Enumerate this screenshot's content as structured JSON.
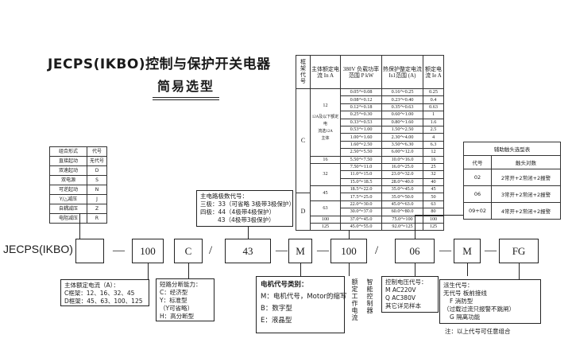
{
  "title": "JECPS(IKBO)控制与保护开关电器",
  "subtitle": "简易选型",
  "combination_table": {
    "headers": [
      "组合形式",
      "代号"
    ],
    "rows": [
      [
        "直接起动",
        "无代号"
      ],
      [
        "双速起动",
        "D"
      ],
      [
        "双电源",
        "S"
      ],
      [
        "可逆起动",
        "N"
      ],
      [
        "Y/△减压",
        "J"
      ],
      [
        "自耦减压",
        "Z"
      ],
      [
        "电阻减压",
        "R"
      ]
    ]
  },
  "spec_table": {
    "headers": [
      "框架代号",
      "主体额定电流 In A",
      "380V 负载功率范围 P kW",
      "热保护整定电流 Is1范围 (A)",
      "额定电流 Ie A"
    ],
    "frames": [
      "C",
      "D"
    ],
    "frame_c_note": [
      "12A及以下额定电",
      "流选12A",
      "主体"
    ],
    "currents": [
      "12",
      "16",
      "32",
      "45",
      "63",
      "100",
      "125"
    ],
    "rows": [
      [
        "0.05～0.08",
        "0.16～0.25",
        "0.25"
      ],
      [
        "0.08～0.12",
        "0.23～0.40",
        "0.4"
      ],
      [
        "0.12～0.18",
        "0.35～0.63",
        "0.63"
      ],
      [
        "0.25～0.30",
        "0.60～1.00",
        "1"
      ],
      [
        "0.33～0.53",
        "0.80～1.60",
        "1.6"
      ],
      [
        "0.53～1.00",
        "1.50～2.50",
        "2.5"
      ],
      [
        "1.00～1.60",
        "2.30～4.00",
        "4"
      ],
      [
        "1.60～2.50",
        "3.50～6.30",
        "6.3"
      ],
      [
        "2.50～5.50",
        "6.00～12.0",
        "12"
      ],
      [
        "5.50～7.50",
        "10.0～16.0",
        "16"
      ],
      [
        "7.50～11.0",
        "16.0～25.0",
        "25"
      ],
      [
        "11.0～15.0",
        "23.0～32.0",
        "32"
      ],
      [
        "15.0～18.5",
        "28.0～40.0",
        "40"
      ],
      [
        "18.5～22.0",
        "35.0～45.0",
        "45"
      ],
      [
        "17.5～25.0",
        "35.0～50.0",
        "50"
      ],
      [
        "22.0～30.0",
        "45.0～63.0",
        "63"
      ],
      [
        "30.0～37.0",
        "60.0～80.0",
        "80"
      ],
      [
        "37.0～45.0",
        "75.0～100",
        "100"
      ],
      [
        "45.0～55.0",
        "92.0～125",
        "125"
      ]
    ]
  },
  "aux_table": {
    "title": "辅助触头选型表",
    "headers": [
      "代号",
      "触头对数"
    ],
    "rows": [
      [
        "02",
        "2常开+2常闭+2报警"
      ],
      [
        "06",
        "3常开+2常闭+2报警"
      ],
      [
        "09+02",
        "4常开+2常闭+2报警"
      ]
    ]
  },
  "model_row": {
    "prefix": "JECPS(IKBO)",
    "segments": [
      "",
      "100",
      "C",
      "43",
      "M",
      "100",
      "06",
      "M",
      "FG"
    ],
    "separators": [
      "—",
      "/",
      "—",
      "—",
      "/",
      "—",
      "—"
    ]
  },
  "main_circuit_note": {
    "lines": [
      "主电路极数代号：",
      "三极：33（可省略 3极带3极保护）",
      "四极：44（4极带4极保护）",
      "43（4极带3极保护）"
    ]
  },
  "rated_current_note": {
    "lines": [
      "主体额定电流（A）：",
      "C框架：12、16、32、45",
      "D框架：45、63、100、125"
    ]
  },
  "breaking_note": {
    "lines": [
      "短路分断能力：",
      "C：经济型",
      "Y：标准型",
      "（Y可省略）",
      "H：高分断型"
    ]
  },
  "motor_note": {
    "lines": [
      "电机代号类别：",
      "M：电机代号，Motor的缩写",
      "B：数字型",
      "E：液晶型"
    ]
  },
  "vertical_labels": [
    "额定工作电流",
    "智能控制器"
  ],
  "control_voltage_note": {
    "lines": [
      "控制电压代号：",
      "M   AC220V",
      "Q   AC380V",
      "其它详见样本"
    ]
  },
  "derived_note": {
    "lines": [
      "派生代号：",
      "无代号  板前接线",
      "F      消防型",
      "（过载过流只报警不跳闸）",
      "G      隔离功能",
      "注：以上代号可任意组合"
    ]
  }
}
